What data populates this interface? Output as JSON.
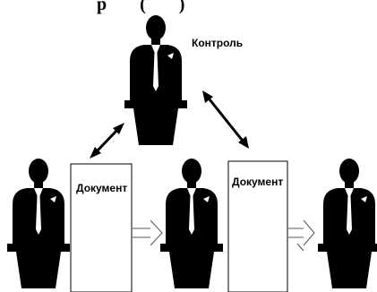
{
  "header_fragment": "p      (      )",
  "labels": {
    "control": "Контроль",
    "document_1": "Документ",
    "document_2": "Документ"
  },
  "icons": [
    "speaker-at-podium-icon",
    "bidirectional-arrow-icon",
    "outline-arrow-icon"
  ],
  "colors": {
    "figure": "#000000",
    "background": "#ffffff",
    "outline": "#555555"
  }
}
